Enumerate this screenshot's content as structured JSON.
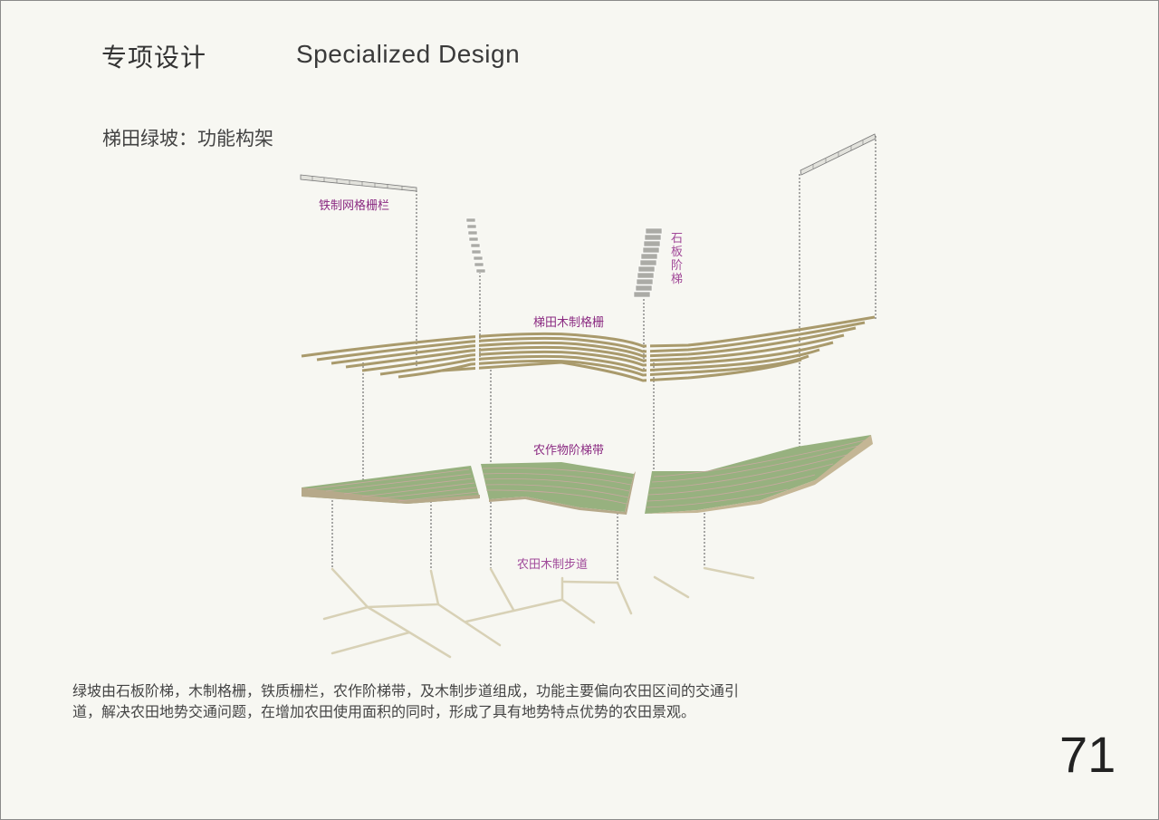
{
  "header": {
    "title_cn": "专项设计",
    "title_en": "Specialized Design"
  },
  "section": {
    "subtitle": "梯田绿坡：功能构架"
  },
  "diagram": {
    "labels": {
      "iron_fence": "铁制网格栅栏",
      "stone_stairs": "石板阶梯",
      "wood_grid": "梯田木制格栅",
      "crop_band": "农作物阶梯带",
      "wood_path": "农田木制步道"
    },
    "colors": {
      "label": "#8b2b82",
      "wood": "#b5a77e",
      "crop_green": "#95b07f",
      "crop_side": "#b9ab8e",
      "path": "#ddd6bd",
      "stone": "#a9a9a4"
    }
  },
  "description": "绿坡由石板阶梯，木制格栅，铁质栅栏，农作阶梯带，及木制步道组成，功能主要偏向农田区间的交通引道，解决农田地势交通问题，在增加农田使用面积的同时，形成了具有地势特点优势的农田景观。",
  "page_number": "71"
}
